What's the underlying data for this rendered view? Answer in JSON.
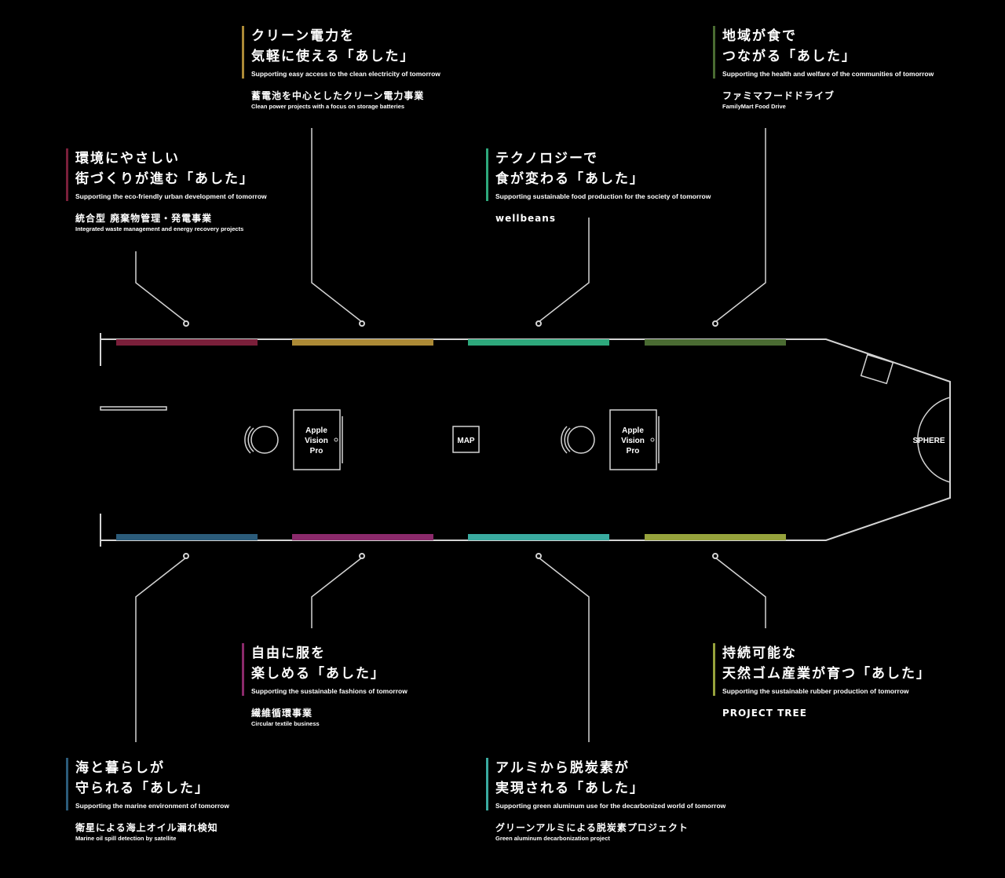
{
  "colors": {
    "line": "#d4d4d4",
    "c1": "#7a1f3a",
    "c2": "#ac8a36",
    "c3": "#2ea87c",
    "c4": "#4a6b32",
    "c5": "#2b5b7a",
    "c6": "#8b2a6b",
    "c7": "#3aaba0",
    "c8": "#96a23c"
  },
  "zones": [
    {
      "title1": "環境にやさしい",
      "title2": "街づくりが進む「あした」",
      "sub": "Supporting the eco-friendly urban development of tomorrow",
      "proj": "統合型 廃棄物管理・発電事業",
      "proj_en": "Integrated waste management and energy recovery projects"
    },
    {
      "title1": "クリーン電力を",
      "title2": "気軽に使える「あした」",
      "sub": "Supporting easy access to the clean electricity of tomorrow",
      "proj": "蓄電池を中心としたクリーン電力事業",
      "proj_en": "Clean power projects with a focus on storage batteries"
    },
    {
      "title1": "テクノロジーで",
      "title2": "食が変わる「あした」",
      "sub": "Supporting sustainable food production for the society of tomorrow",
      "proj": "wellbeans",
      "proj_en": ""
    },
    {
      "title1": "地域が食で",
      "title2": "つながる「あした」",
      "sub": "Supporting the health and welfare of the communities of tomorrow",
      "proj": "ファミマフードドライブ",
      "proj_en": "FamilyMart Food Drive"
    },
    {
      "title1": "海と暮らしが",
      "title2": "守られる「あした」",
      "sub": "Supporting the marine environment of tomorrow",
      "proj": "衛星による海上オイル漏れ検知",
      "proj_en": "Marine oil spill detection by satellite"
    },
    {
      "title1": "自由に服を",
      "title2": "楽しめる「あした」",
      "sub": "Supporting the sustainable fashions of tomorrow",
      "proj": "繊維循環事業",
      "proj_en": "Circular textile business"
    },
    {
      "title1": "アルミから脱炭素が",
      "title2": "実現される「あした」",
      "sub": "Supporting green aluminum use for the decarbonized world of tomorrow",
      "proj": "グリーンアルミによる脱炭素プロジェクト",
      "proj_en": "Green aluminum decarbonization project"
    },
    {
      "title1": "持続可能な",
      "title2": "天然ゴム産業が育つ「あした」",
      "sub": "Supporting the sustainable rubber production of tomorrow",
      "proj": "PROJECT TREE",
      "proj_en": ""
    }
  ],
  "floorplan": {
    "station1_lines": [
      "Apple",
      "Vision",
      "Pro"
    ],
    "station2_lines": [
      "Apple",
      "Vision",
      "Pro"
    ],
    "map_label": "MAP",
    "sphere_label": "SPHERE"
  }
}
